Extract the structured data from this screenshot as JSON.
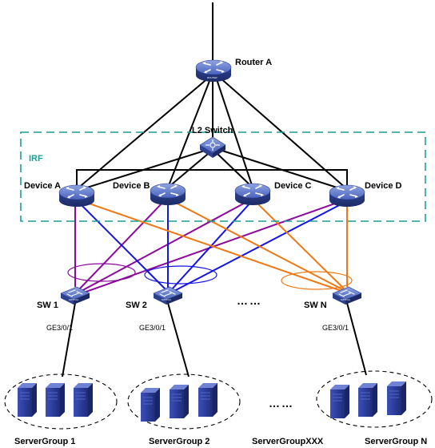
{
  "colors": {
    "black_link": "#000000",
    "purple_link": "#8b0a9b",
    "blue_link": "#1414e6",
    "orange_link": "#f07814",
    "irf_border": "#1a9e96",
    "device_body": "#3c55b0",
    "server_body": "#2a3a9a"
  },
  "router": {
    "label": "Router A",
    "icon": "router-icon",
    "badge": "ROUTER"
  },
  "l2_switch": {
    "label": "L2 Switch",
    "icon": "l2-switch-icon"
  },
  "irf": {
    "label": "IRF"
  },
  "devices": [
    {
      "label": "Device A",
      "icon": "switch-router-icon"
    },
    {
      "label": "Device B",
      "icon": "switch-router-icon"
    },
    {
      "label": "Device C",
      "icon": "switch-router-icon"
    },
    {
      "label": "Device D",
      "icon": "switch-router-icon"
    }
  ],
  "access_switches": [
    {
      "label": "SW 1",
      "port": "GE3/0/1",
      "icon": "access-switch-icon",
      "badge": "SWITCH"
    },
    {
      "label": "SW 2",
      "port": "GE3/0/1",
      "icon": "access-switch-icon",
      "badge": "SWITCH"
    },
    {
      "label": "SW N",
      "port": "GE3/0/1",
      "icon": "access-switch-icon",
      "badge": "SWITCH"
    }
  ],
  "switch_ellipsis": "……",
  "server_groups": [
    {
      "label": "ServerGroup 1",
      "icon": "server-icon"
    },
    {
      "label": "ServerGroup 2",
      "icon": "server-icon"
    },
    {
      "label": "ServerGroupXXX",
      "icon": "server-icon"
    },
    {
      "label": "ServerGroup N",
      "icon": "server-icon"
    }
  ],
  "server_ellipsis": "……"
}
